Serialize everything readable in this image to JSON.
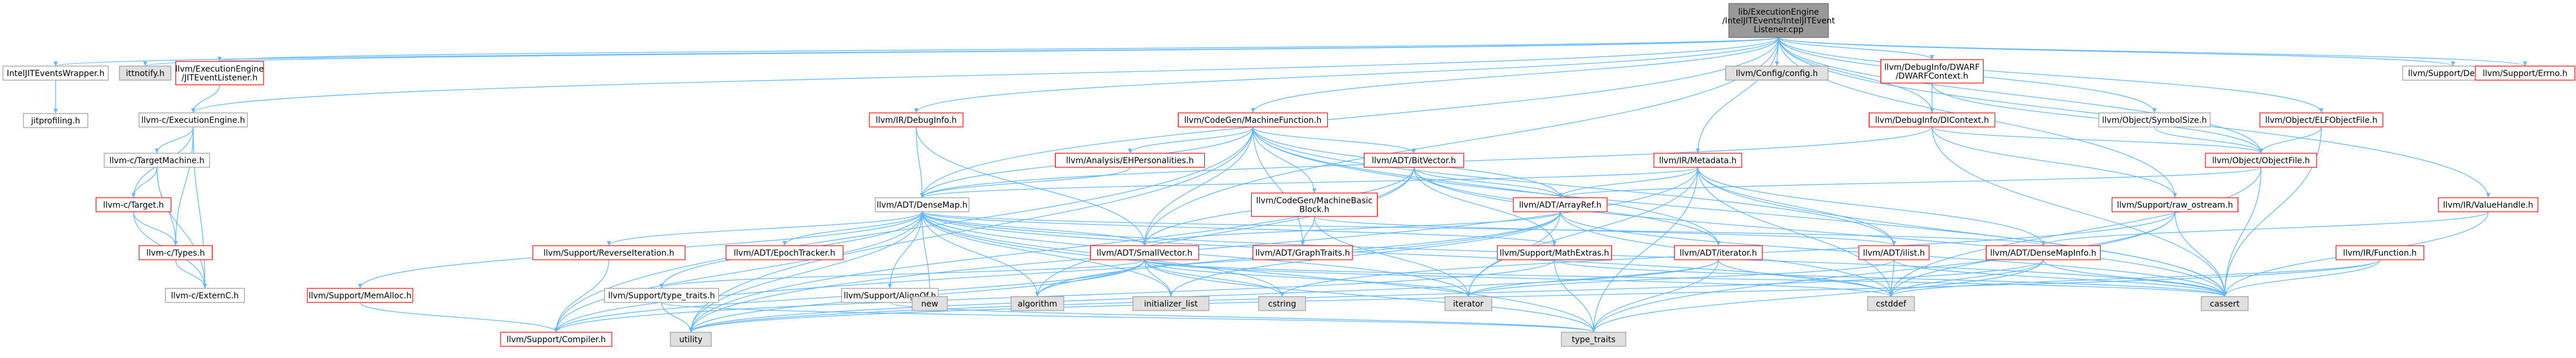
{
  "nodes": [
    {
      "id": "root",
      "lines": [
        "lib/ExecutionEngine",
        "/IntelJITEvents/IntelJITEvent",
        "Listener.cpp"
      ],
      "style": "root"
    },
    {
      "id": "wrapper",
      "lines": [
        "IntelJITEventsWrapper.h"
      ],
      "style": "plain"
    },
    {
      "id": "ittnotify",
      "lines": [
        "ittnotify.h"
      ],
      "style": "grey"
    },
    {
      "id": "jitlistener",
      "lines": [
        "llvm/ExecutionEngine",
        "/JITEventListener.h"
      ],
      "style": "red"
    },
    {
      "id": "cexec",
      "lines": [
        "llvm-c/ExecutionEngine.h"
      ],
      "style": "plain"
    },
    {
      "id": "jitprofiling",
      "lines": [
        "jitprofiling.h"
      ],
      "style": "plain"
    },
    {
      "id": "ctargetmachine",
      "lines": [
        "llvm-c/TargetMachine.h"
      ],
      "style": "plain"
    },
    {
      "id": "ctarget",
      "lines": [
        "llvm-c/Target.h"
      ],
      "style": "red"
    },
    {
      "id": "ctypes",
      "lines": [
        "llvm-c/Types.h"
      ],
      "style": "red"
    },
    {
      "id": "cexternc",
      "lines": [
        "llvm-c/ExternC.h"
      ],
      "style": "plain"
    },
    {
      "id": "config",
      "lines": [
        "llvm/Config/config.h"
      ],
      "style": "grey"
    },
    {
      "id": "dwarfcontext",
      "lines": [
        "llvm/DebugInfo/DWARF",
        "/DWARFContext.h"
      ],
      "style": "red"
    },
    {
      "id": "dicontext",
      "lines": [
        "llvm/DebugInfo/DIContext.h"
      ],
      "style": "red"
    },
    {
      "id": "irdebuginfo",
      "lines": [
        "llvm/IR/DebugInfo.h"
      ],
      "style": "red"
    },
    {
      "id": "cgmf",
      "lines": [
        "llvm/CodeGen/MachineFunction.h"
      ],
      "style": "red"
    },
    {
      "id": "symbolsize",
      "lines": [
        "llvm/Object/SymbolSize.h"
      ],
      "style": "plain"
    },
    {
      "id": "elfobjectfile",
      "lines": [
        "llvm/Object/ELFObjectFile.h"
      ],
      "style": "red"
    },
    {
      "id": "objectfile",
      "lines": [
        "llvm/Object/ObjectFile.h"
      ],
      "style": "red"
    },
    {
      "id": "supportdebug",
      "lines": [
        "llvm/Support/Debug.h"
      ],
      "style": "plain"
    },
    {
      "id": "supporterrno",
      "lines": [
        "llvm/Support/Errno.h"
      ],
      "style": "red"
    },
    {
      "id": "ehpersonalities",
      "lines": [
        "llvm/Analysis/EHPersonalities.h"
      ],
      "style": "red"
    },
    {
      "id": "bitvector",
      "lines": [
        "llvm/ADT/BitVector.h"
      ],
      "style": "red"
    },
    {
      "id": "irmetadata",
      "lines": [
        "llvm/IR/Metadata.h"
      ],
      "style": "red"
    },
    {
      "id": "densemap",
      "lines": [
        "llvm/ADT/DenseMap.h"
      ],
      "style": "plain"
    },
    {
      "id": "cgmbb",
      "lines": [
        "llvm/CodeGen/MachineBasic",
        "Block.h"
      ],
      "style": "red"
    },
    {
      "id": "arrayref",
      "lines": [
        "llvm/ADT/ArrayRef.h"
      ],
      "style": "red"
    },
    {
      "id": "rawostream",
      "lines": [
        "llvm/Support/raw_ostream.h"
      ],
      "style": "red"
    },
    {
      "id": "valuehandle",
      "lines": [
        "llvm/IR/ValueHandle.h"
      ],
      "style": "red"
    },
    {
      "id": "reverseiteration",
      "lines": [
        "llvm/Support/ReverseIteration.h"
      ],
      "style": "red"
    },
    {
      "id": "epochtracker",
      "lines": [
        "llvm/ADT/EpochTracker.h"
      ],
      "style": "red"
    },
    {
      "id": "smallvector",
      "lines": [
        "llvm/ADT/SmallVector.h"
      ],
      "style": "red"
    },
    {
      "id": "graphtraits",
      "lines": [
        "llvm/ADT/GraphTraits.h"
      ],
      "style": "red"
    },
    {
      "id": "mathextras",
      "lines": [
        "llvm/Support/MathExtras.h"
      ],
      "style": "red"
    },
    {
      "id": "adtiterator",
      "lines": [
        "llvm/ADT/iterator.h"
      ],
      "style": "red"
    },
    {
      "id": "ilist",
      "lines": [
        "llvm/ADT/ilist.h"
      ],
      "style": "red"
    },
    {
      "id": "densemapinfo",
      "lines": [
        "llvm/ADT/DenseMapInfo.h"
      ],
      "style": "red"
    },
    {
      "id": "irfunction",
      "lines": [
        "llvm/IR/Function.h"
      ],
      "style": "red"
    },
    {
      "id": "memalloc",
      "lines": [
        "llvm/Support/MemAlloc.h"
      ],
      "style": "red"
    },
    {
      "id": "typetraits",
      "lines": [
        "llvm/Support/type_traits.h"
      ],
      "style": "plain"
    },
    {
      "id": "alignof",
      "lines": [
        "llvm/Support/AlignOf.h"
      ],
      "style": "plain"
    },
    {
      "id": "new",
      "lines": [
        "new"
      ],
      "style": "grey"
    },
    {
      "id": "algorithm",
      "lines": [
        "algorithm"
      ],
      "style": "grey"
    },
    {
      "id": "initlist",
      "lines": [
        "initializer_list"
      ],
      "style": "grey"
    },
    {
      "id": "cstring",
      "lines": [
        "cstring"
      ],
      "style": "grey"
    },
    {
      "id": "iterator",
      "lines": [
        "iterator"
      ],
      "style": "grey"
    },
    {
      "id": "cstddef",
      "lines": [
        "cstddef"
      ],
      "style": "grey"
    },
    {
      "id": "cassert",
      "lines": [
        "cassert"
      ],
      "style": "grey"
    },
    {
      "id": "compiler",
      "lines": [
        "llvm/Support/Compiler.h"
      ],
      "style": "red"
    },
    {
      "id": "utility",
      "lines": [
        "utility"
      ],
      "style": "grey"
    },
    {
      "id": "stdtypetraits",
      "lines": [
        "type_traits"
      ],
      "style": "grey"
    }
  ],
  "edges": [
    [
      "root",
      "wrapper"
    ],
    [
      "root",
      "ittnotify"
    ],
    [
      "root",
      "jitlistener"
    ],
    [
      "root",
      "cexec"
    ],
    [
      "root",
      "config"
    ],
    [
      "root",
      "dwarfcontext"
    ],
    [
      "root",
      "dicontext"
    ],
    [
      "root",
      "irdebuginfo"
    ],
    [
      "root",
      "cgmf"
    ],
    [
      "root",
      "symbolsize"
    ],
    [
      "root",
      "elfobjectfile"
    ],
    [
      "root",
      "objectfile"
    ],
    [
      "root",
      "supportdebug"
    ],
    [
      "root",
      "supporterrno"
    ],
    [
      "root",
      "densemap"
    ],
    [
      "root",
      "irmetadata"
    ],
    [
      "root",
      "rawostream"
    ],
    [
      "root",
      "valuehandle"
    ],
    [
      "root",
      "smallvector"
    ],
    [
      "wrapper",
      "jitprofiling"
    ],
    [
      "jitlistener",
      "cexec"
    ],
    [
      "cexec",
      "ctargetmachine"
    ],
    [
      "cexec",
      "ctarget"
    ],
    [
      "cexec",
      "ctypes"
    ],
    [
      "cexec",
      "cexternc"
    ],
    [
      "ctargetmachine",
      "ctarget"
    ],
    [
      "ctargetmachine",
      "ctypes"
    ],
    [
      "ctargetmachine",
      "cexternc"
    ],
    [
      "ctarget",
      "ctypes"
    ],
    [
      "ctarget",
      "cexternc"
    ],
    [
      "ctypes",
      "cexternc"
    ],
    [
      "dwarfcontext",
      "dicontext"
    ],
    [
      "dwarfcontext",
      "objectfile"
    ],
    [
      "dicontext",
      "objectfile"
    ],
    [
      "dicontext",
      "rawostream"
    ],
    [
      "dicontext",
      "cassert"
    ],
    [
      "dicontext",
      "densemap"
    ],
    [
      "elfobjectfile",
      "objectfile"
    ],
    [
      "elfobjectfile",
      "cassert"
    ],
    [
      "objectfile",
      "arrayref"
    ],
    [
      "objectfile",
      "cassert"
    ],
    [
      "objectfile",
      "cstddef"
    ],
    [
      "symbolsize",
      "objectfile"
    ],
    [
      "irdebuginfo",
      "smallvector"
    ],
    [
      "irdebuginfo",
      "densemap"
    ],
    [
      "cgmf",
      "ehpersonalities"
    ],
    [
      "cgmf",
      "bitvector"
    ],
    [
      "cgmf",
      "cgmbb"
    ],
    [
      "cgmf",
      "arrayref"
    ],
    [
      "cgmf",
      "densemap"
    ],
    [
      "cgmf",
      "smallvector"
    ],
    [
      "cgmf",
      "graphtraits"
    ],
    [
      "cgmf",
      "ilist"
    ],
    [
      "cgmf",
      "adtiterator"
    ],
    [
      "cgmf",
      "compiler"
    ],
    [
      "cgmf",
      "cassert"
    ],
    [
      "cgmf",
      "utility"
    ],
    [
      "ehpersonalities",
      "densemap"
    ],
    [
      "bitvector",
      "arrayref"
    ],
    [
      "bitvector",
      "smallvector"
    ],
    [
      "bitvector",
      "mathextras"
    ],
    [
      "bitvector",
      "adtiterator"
    ],
    [
      "bitvector",
      "cassert"
    ],
    [
      "bitvector",
      "algorithm"
    ],
    [
      "bitvector",
      "utility"
    ],
    [
      "irmetadata",
      "arrayref"
    ],
    [
      "irmetadata",
      "densemap"
    ],
    [
      "irmetadata",
      "ilist"
    ],
    [
      "irmetadata",
      "densemapinfo"
    ],
    [
      "irmetadata",
      "cassert"
    ],
    [
      "irmetadata",
      "cstddef"
    ],
    [
      "irmetadata",
      "iterator"
    ],
    [
      "irmetadata",
      "utility"
    ],
    [
      "irmetadata",
      "stdtypetraits"
    ],
    [
      "densemap",
      "reverseiteration"
    ],
    [
      "densemap",
      "epochtracker"
    ],
    [
      "densemap",
      "smallvector"
    ],
    [
      "densemap",
      "mathextras"
    ],
    [
      "densemap",
      "densemapinfo"
    ],
    [
      "densemap",
      "memalloc"
    ],
    [
      "densemap",
      "typetraits"
    ],
    [
      "densemap",
      "alignof"
    ],
    [
      "densemap",
      "compiler"
    ],
    [
      "densemap",
      "new"
    ],
    [
      "densemap",
      "algorithm"
    ],
    [
      "densemap",
      "initlist"
    ],
    [
      "densemap",
      "cstring"
    ],
    [
      "densemap",
      "iterator"
    ],
    [
      "densemap",
      "cstddef"
    ],
    [
      "densemap",
      "cassert"
    ],
    [
      "densemap",
      "utility"
    ],
    [
      "densemap",
      "stdtypetraits"
    ],
    [
      "cgmbb",
      "graphtraits"
    ],
    [
      "cgmbb",
      "ilist"
    ],
    [
      "cgmbb",
      "iterator"
    ],
    [
      "arrayref",
      "smallvector"
    ],
    [
      "arrayref",
      "compiler"
    ],
    [
      "arrayref",
      "algorithm"
    ],
    [
      "arrayref",
      "cassert"
    ],
    [
      "arrayref",
      "cstddef"
    ],
    [
      "arrayref",
      "initlist"
    ],
    [
      "arrayref",
      "iterator"
    ],
    [
      "rawostream",
      "cassert"
    ],
    [
      "rawostream",
      "cstddef"
    ],
    [
      "rawostream",
      "cstring"
    ],
    [
      "rawostream",
      "stdtypetraits"
    ],
    [
      "valuehandle",
      "densemapinfo"
    ],
    [
      "valuehandle",
      "cassert"
    ],
    [
      "reverseiteration",
      "compiler"
    ],
    [
      "smallvector",
      "compiler"
    ],
    [
      "smallvector",
      "typetraits"
    ],
    [
      "smallvector",
      "algorithm"
    ],
    [
      "smallvector",
      "cassert"
    ],
    [
      "smallvector",
      "cstddef"
    ],
    [
      "smallvector",
      "cstring"
    ],
    [
      "smallvector",
      "initlist"
    ],
    [
      "smallvector",
      "iterator"
    ],
    [
      "smallvector",
      "utility"
    ],
    [
      "smallvector",
      "stdtypetraits"
    ],
    [
      "mathextras",
      "compiler"
    ],
    [
      "mathextras",
      "cassert"
    ],
    [
      "mathextras",
      "stdtypetraits"
    ],
    [
      "adtiterator",
      "iterator"
    ],
    [
      "adtiterator",
      "cstddef"
    ],
    [
      "adtiterator",
      "utility"
    ],
    [
      "adtiterator",
      "stdtypetraits"
    ],
    [
      "ilist",
      "cassert"
    ],
    [
      "ilist",
      "cstddef"
    ],
    [
      "ilist",
      "iterator"
    ],
    [
      "densemapinfo",
      "cassert"
    ],
    [
      "densemapinfo",
      "cstddef"
    ],
    [
      "densemapinfo",
      "utility"
    ],
    [
      "densemapinfo",
      "stdtypetraits"
    ],
    [
      "irfunction",
      "cassert"
    ],
    [
      "irfunction",
      "cstddef"
    ],
    [
      "irfunction",
      "utility"
    ],
    [
      "memalloc",
      "compiler"
    ],
    [
      "typetraits",
      "utility"
    ],
    [
      "typetraits",
      "stdtypetraits"
    ],
    [
      "alignof",
      "stdtypetraits"
    ]
  ],
  "colors": {
    "root_fill": "#999999",
    "root_stroke": "#666666",
    "plain_fill": "#ffffff",
    "plain_stroke": "#999999",
    "red_fill": "#ffffff",
    "red_stroke": "#ff0000",
    "grey_fill": "#e0e0e0",
    "grey_stroke": "#999999",
    "edge": "#63b8ff",
    "text": "#000000"
  }
}
